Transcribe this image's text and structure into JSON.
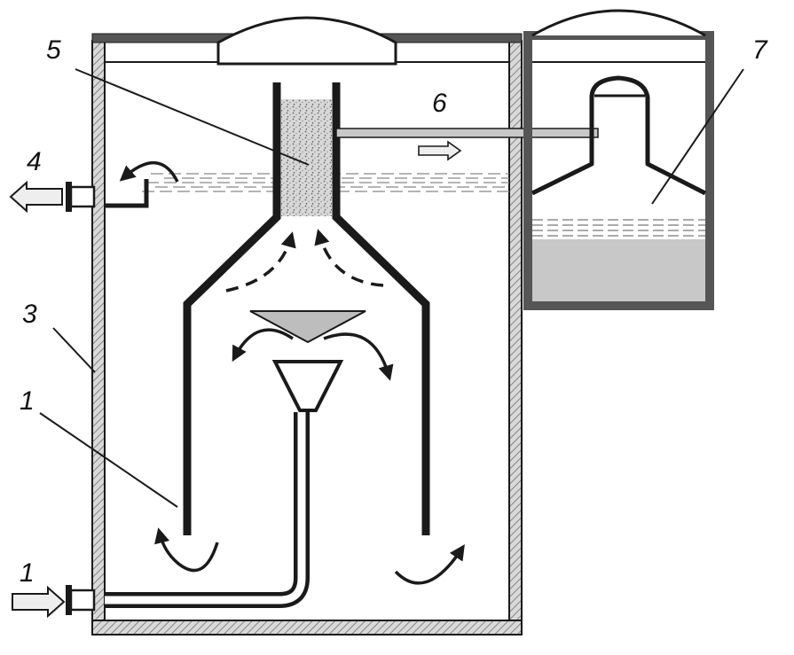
{
  "labels": {
    "l1_pipe": "1",
    "l1_inlet": "1",
    "l3": "3",
    "l4": "4",
    "l5": "5",
    "l6": "6",
    "l7": "7"
  },
  "colors": {
    "outline": "#1a1a1a",
    "wall_hatch": "#9a9a9a",
    "cover": "#555555",
    "sand": "#cfcfcf",
    "deflector": "#bdbdbd",
    "sediment": "#c8c8c8",
    "arrow_fill": "#eeeeee"
  }
}
